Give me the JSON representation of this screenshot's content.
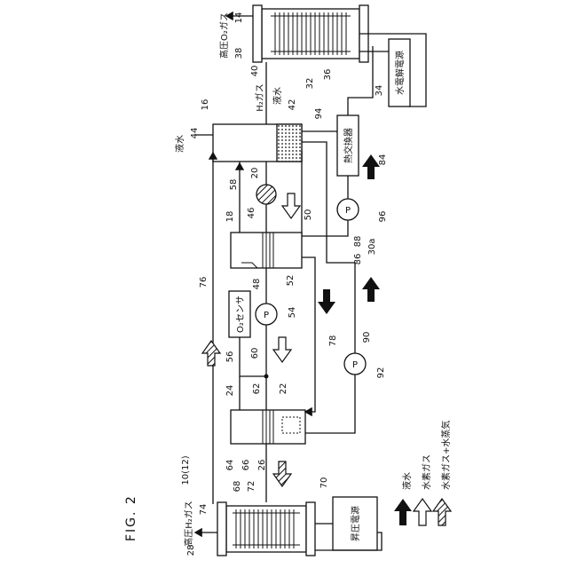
{
  "figure": {
    "caption": "FIG. 2",
    "system_ref": "10(12)"
  },
  "components": {
    "electrolyzer": {
      "label": "水電解電源"
    },
    "booster": {
      "label": "昇圧電源"
    },
    "heat_exchanger": {
      "label": "熱交換器"
    },
    "o2_sensor": {
      "label": "O₂センサ"
    },
    "pump_symbol": "P"
  },
  "streams": {
    "hp_o2": "高圧O₂ガス",
    "hp_h2": "高圧H₂ガス",
    "h2_gas": "H₂ガス",
    "liquid_water_top": "液水",
    "liquid_water_left": "液水"
  },
  "legend": {
    "items": [
      {
        "label": "液水",
        "style": "solid"
      },
      {
        "label": "水素ガス",
        "style": "hollow"
      },
      {
        "label": "水素ガス+水蒸気",
        "style": "hatched"
      }
    ]
  },
  "refs": {
    "r14": "14",
    "r38": "38",
    "r40": "40",
    "r32": "32",
    "r36": "36",
    "r34": "34",
    "r16": "16",
    "r44": "44",
    "r42": "42",
    "r94": "94",
    "r84": "84",
    "r20": "20",
    "r58": "58",
    "r46": "46",
    "r18": "18",
    "r50": "50",
    "r96": "96",
    "r88": "88",
    "r30a": "30a",
    "r86": "86",
    "r76": "76",
    "r48": "48",
    "r52": "52",
    "r54": "54",
    "r56": "56",
    "r60": "60",
    "r78": "78",
    "r90": "90",
    "r92": "92",
    "r24": "24",
    "r62": "62",
    "r22": "22",
    "r64": "64",
    "r66": "66",
    "r26": "26",
    "r68": "68",
    "r72": "72",
    "r70": "70",
    "r74": "74",
    "r28": "28"
  }
}
